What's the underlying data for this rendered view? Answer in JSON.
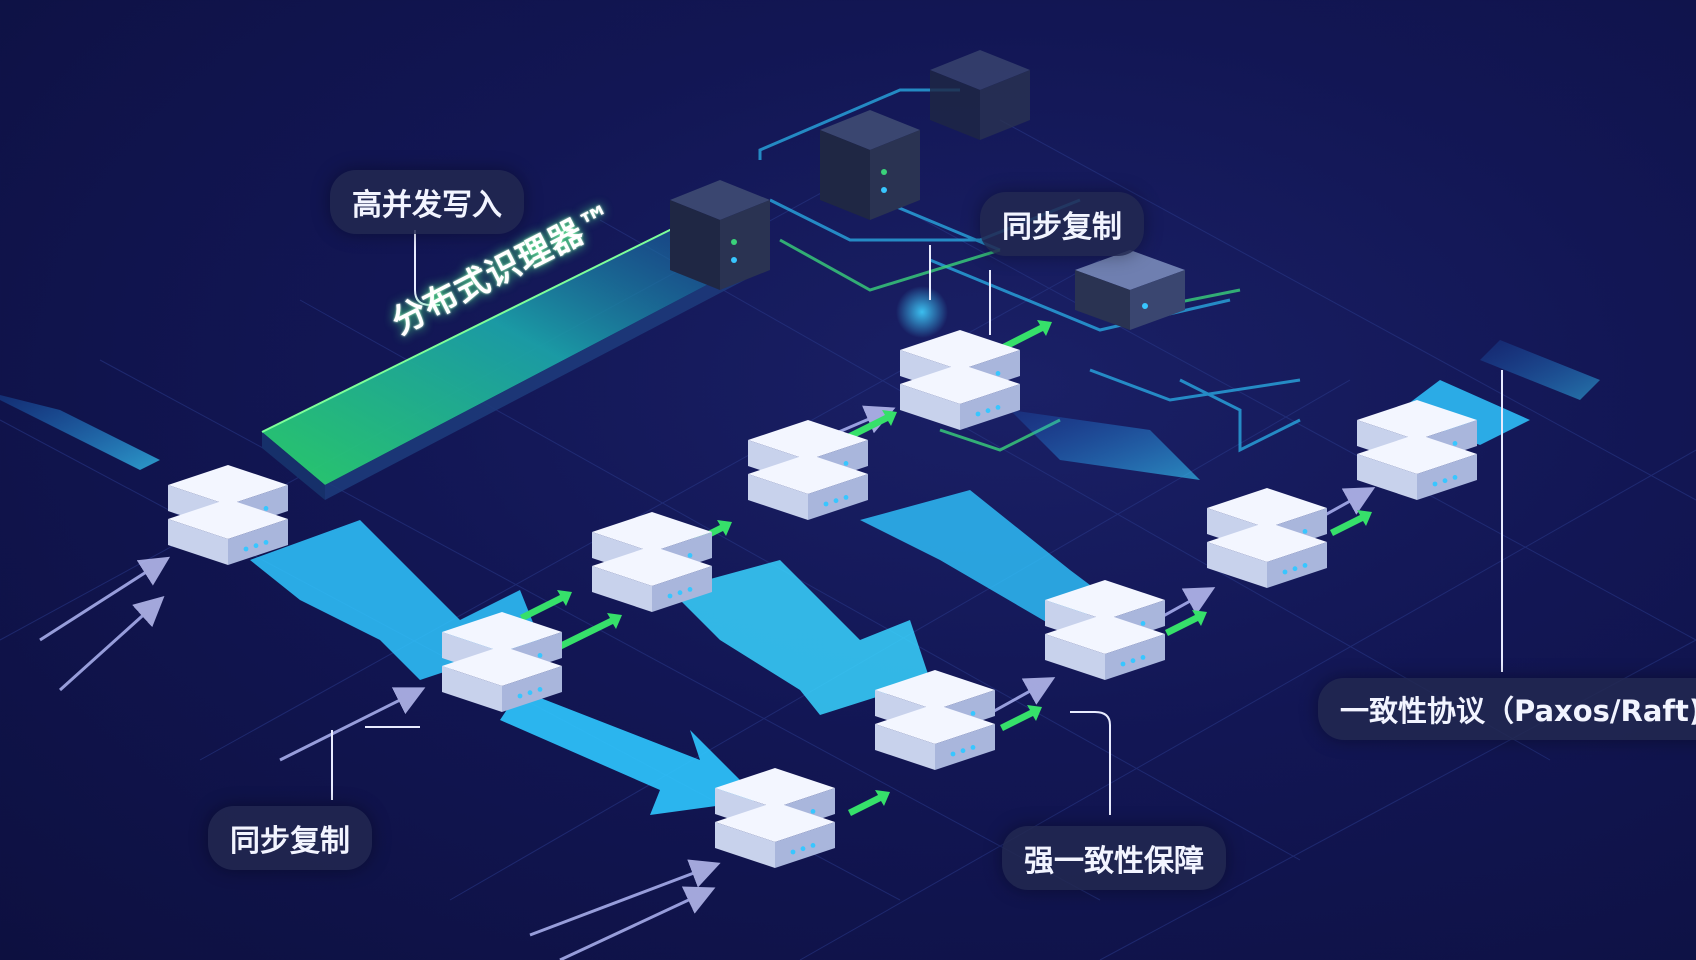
{
  "engine": {
    "title": "分布式识理器™"
  },
  "labels": {
    "write": "高并发写入",
    "sync_top": "同步复制",
    "sync_bottom": "同步复制",
    "consistency": "强一致性保障",
    "protocol": "一致性协议（Paxos/Raft)"
  },
  "colors": {
    "background": "#121654",
    "flow_arrow": "#2fc6ff",
    "sync_arrow": "#36e06a",
    "engine_bar": "#3ad27a",
    "server_top": "#f3f6ff",
    "server_side": "#c8d2ec",
    "server_led": "#38c6ff",
    "dark_server": "#2a3352",
    "circuit_line": "#2ab0e8"
  },
  "icons": [
    "server-icon",
    "dark-server-icon",
    "flow-arrow-icon",
    "sync-arrow-icon"
  ]
}
